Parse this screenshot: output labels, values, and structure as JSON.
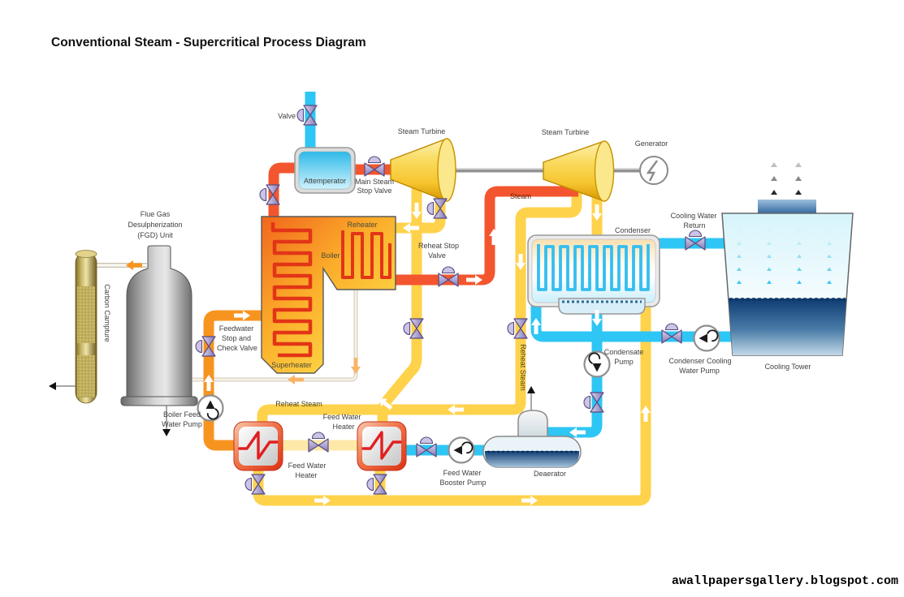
{
  "title": "Conventional Steam - Supercritical Process Diagram",
  "watermark": "awallpapersgallery.blogspot.com",
  "labels": {
    "valve": "Valve",
    "attemperator": "Attemperator",
    "main_steam_stop_valve": [
      "Main Steam",
      "Stop Valve"
    ],
    "steam_turbine": "Steam Turbine",
    "generator": "Generator",
    "steam": "Steam",
    "fgd": [
      "Flue Gas",
      "Desulpherization",
      "(FGD) Unit"
    ],
    "carbon_capture": "Carbon Campture",
    "reheater": "Reheater",
    "boiler": "Boiler",
    "superheater": "Superheater",
    "reheat_stop_valve": [
      "Reheat Stop",
      "Valve"
    ],
    "feedwater_stop_check_valve": [
      "Feedwater",
      "Stop and",
      "Check Valve"
    ],
    "boiler_feed_water_pump": [
      "Boiler Feed",
      "Water Pump"
    ],
    "reheat_steam": "Reheat Steam",
    "feed_water_heater": [
      "Feed Water",
      "Heater"
    ],
    "feed_water_booster_pump": [
      "Feed Water",
      "Booster Pump"
    ],
    "deaerator": "Deaerator",
    "condensate_pump": [
      "Condensate",
      "Pump"
    ],
    "condenser": "Condenser",
    "cooling_water_return": [
      "Cooling Water",
      "Return"
    ],
    "condenser_cooling_water_pump": [
      "Condenser Cooling",
      "Water Pump"
    ],
    "cooling_tower": "Cooling Tower"
  },
  "colors": {
    "main_steam_pipe": "#F3562E",
    "cold_reheat_pipe": "#FFD24B",
    "extraction_pipe": "#FFE9A8",
    "feedwater_pipe": "#F79420",
    "water_pipe": "#2EC6F4",
    "valve_body": "#A99ED0"
  }
}
